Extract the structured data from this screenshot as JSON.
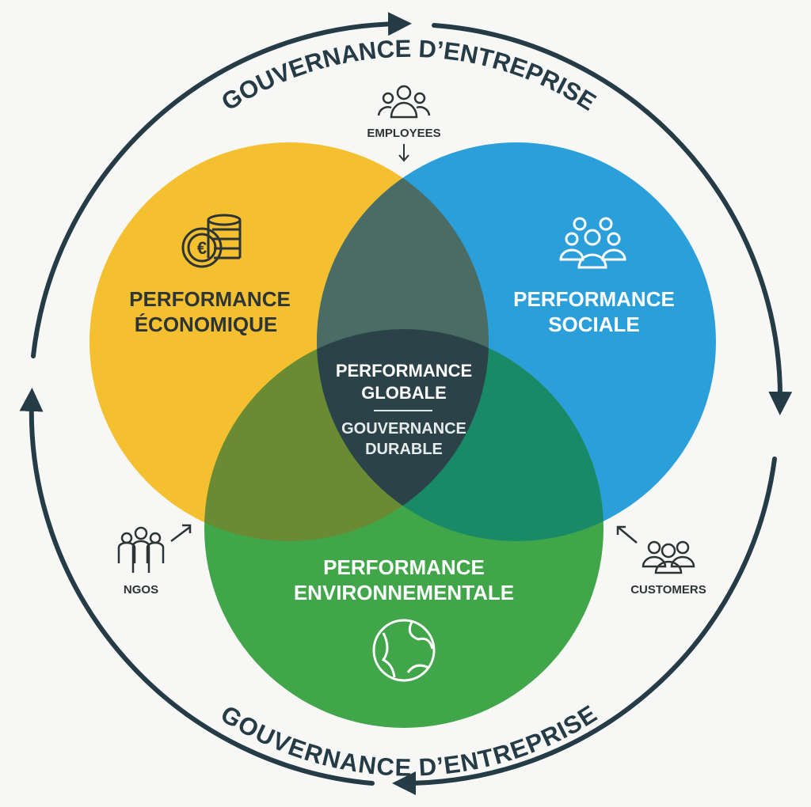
{
  "ring": {
    "top_label": "GOUVERNANCE D’ENTREPRISE",
    "bottom_label": "GOUVERNANCE D’ENTREPRISE"
  },
  "circles": {
    "economic": {
      "line1": "PERFORMANCE",
      "line2": "ÉCONOMIQUE",
      "icon": "euro-coins-icon",
      "color": "#f4c02f"
    },
    "social": {
      "line1": "PERFORMANCE",
      "line2": "SOCIALE",
      "icon": "people-group-icon",
      "color": "#2b9fd9"
    },
    "environmental": {
      "line1": "PERFORMANCE",
      "line2": "ENVIRONNEMENTALE",
      "icon": "globe-leaf-icon",
      "color": "#40a649"
    }
  },
  "center": {
    "line1": "PERFORMANCE",
    "line2": "GLOBALE",
    "line3": "GOUVERNANCE",
    "line4": "DURABLE"
  },
  "stakeholders": {
    "employees": "EMPLOYEES",
    "ngos": "NGOS",
    "customers": "CUSTOMERS"
  },
  "colors": {
    "ring": "#253b45",
    "center": "#2a4248",
    "text_dark": "#2d3436"
  }
}
